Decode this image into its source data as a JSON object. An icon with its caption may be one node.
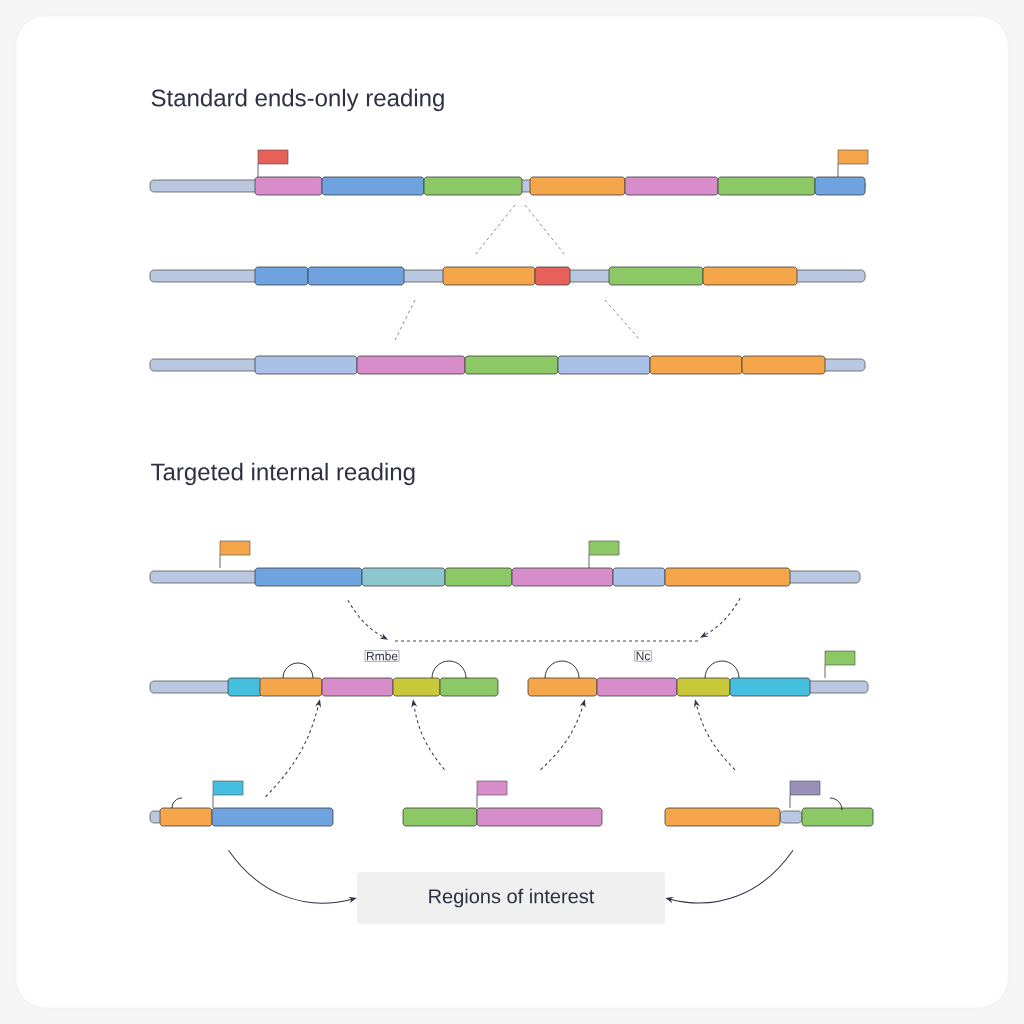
{
  "diagram": {
    "nodes": [
      {
        "text": [],
        "shape": "bar"
      },
      {
        "text": [],
        "shape": "bar"
      },
      {
        "text": [],
        "shape": "bar"
      },
      {
        "text": [],
        "shape": "bar"
      },
      {
        "text": [],
        "shape": "bar"
      },
      {
        "text": [],
        "shape": "bar"
      },
      {
        "text": [
          "Regions of interest"
        ]
      }
    ],
    "edges": [
      {
        "from": 0,
        "to": 1,
        "arrow": "to",
        "style": "dashed"
      },
      {
        "from": 0,
        "to": 2,
        "arrow": "to",
        "style": "dashed"
      },
      {
        "from": 3,
        "to": 1,
        "arrow": "to",
        "style": "dashed"
      },
      {
        "from": 4,
        "to": 1,
        "arrow": "to",
        "style": "dashed"
      },
      {
        "from": 4,
        "to": 2,
        "arrow": "to",
        "style": "dashed"
      },
      {
        "from": 5,
        "to": 2,
        "arrow": "to",
        "style": "dashed"
      },
      {
        "from": 3,
        "to": 6,
        "arrow": "to"
      },
      {
        "from": 5,
        "to": 6,
        "arrow": "to"
      }
    ],
    "labels": [
      "Standard ends-only reading",
      "Targeted internal reading",
      "Rmbe",
      "Nc"
    ]
  }
}
